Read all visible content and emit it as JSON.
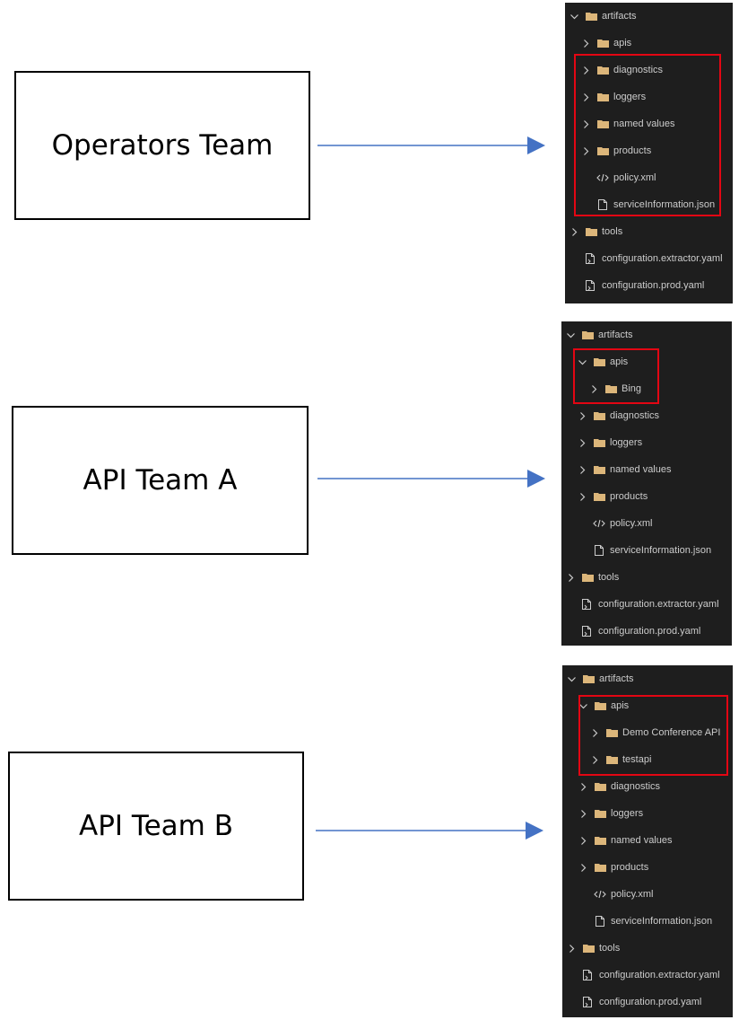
{
  "colors": {
    "panel_bg": "#1e1e1e",
    "folder": "#dcb67a",
    "highlight": "#e30613",
    "arrow": "#4472c4",
    "text": "#cccccc"
  },
  "teams": [
    {
      "label": "Operators Team",
      "tree": [
        {
          "label": "artifacts",
          "icon": "folder-icon",
          "depth": 0,
          "expanded": true
        },
        {
          "label": "apis",
          "icon": "folder-icon",
          "depth": 1,
          "expanded": false
        },
        {
          "label": "diagnostics",
          "icon": "folder-icon",
          "depth": 1,
          "expanded": false
        },
        {
          "label": "loggers",
          "icon": "folder-icon",
          "depth": 1,
          "expanded": false
        },
        {
          "label": "named values",
          "icon": "folder-icon",
          "depth": 1,
          "expanded": false
        },
        {
          "label": "products",
          "icon": "folder-icon",
          "depth": 1,
          "expanded": false
        },
        {
          "label": "policy.xml",
          "icon": "code-file-icon",
          "depth": 1
        },
        {
          "label": "serviceInformation.json",
          "icon": "file-icon",
          "depth": 1
        },
        {
          "label": "tools",
          "icon": "folder-icon",
          "depth": 0,
          "expanded": false
        },
        {
          "label": "configuration.extractor.yaml",
          "icon": "yaml-file-icon",
          "depth": 0
        },
        {
          "label": "configuration.prod.yaml",
          "icon": "yaml-file-icon",
          "depth": 0
        }
      ]
    },
    {
      "label": "API Team A",
      "tree": [
        {
          "label": "artifacts",
          "icon": "folder-icon",
          "depth": 0,
          "expanded": true
        },
        {
          "label": "apis",
          "icon": "folder-icon",
          "depth": 1,
          "expanded": true
        },
        {
          "label": "Bing",
          "icon": "folder-icon",
          "depth": 2,
          "expanded": false
        },
        {
          "label": "diagnostics",
          "icon": "folder-icon",
          "depth": 1,
          "expanded": false
        },
        {
          "label": "loggers",
          "icon": "folder-icon",
          "depth": 1,
          "expanded": false
        },
        {
          "label": "named values",
          "icon": "folder-icon",
          "depth": 1,
          "expanded": false
        },
        {
          "label": "products",
          "icon": "folder-icon",
          "depth": 1,
          "expanded": false
        },
        {
          "label": "policy.xml",
          "icon": "code-file-icon",
          "depth": 1
        },
        {
          "label": "serviceInformation.json",
          "icon": "file-icon",
          "depth": 1
        },
        {
          "label": "tools",
          "icon": "folder-icon",
          "depth": 0,
          "expanded": false
        },
        {
          "label": "configuration.extractor.yaml",
          "icon": "yaml-file-icon",
          "depth": 0
        },
        {
          "label": "configuration.prod.yaml",
          "icon": "yaml-file-icon",
          "depth": 0
        }
      ]
    },
    {
      "label": "API Team B",
      "tree": [
        {
          "label": "artifacts",
          "icon": "folder-icon",
          "depth": 0,
          "expanded": true
        },
        {
          "label": "apis",
          "icon": "folder-icon",
          "depth": 1,
          "expanded": true
        },
        {
          "label": "Demo Conference API",
          "icon": "folder-icon",
          "depth": 2,
          "expanded": false
        },
        {
          "label": "testapi",
          "icon": "folder-icon",
          "depth": 2,
          "expanded": false
        },
        {
          "label": "diagnostics",
          "icon": "folder-icon",
          "depth": 1,
          "expanded": false
        },
        {
          "label": "loggers",
          "icon": "folder-icon",
          "depth": 1,
          "expanded": false
        },
        {
          "label": "named values",
          "icon": "folder-icon",
          "depth": 1,
          "expanded": false
        },
        {
          "label": "products",
          "icon": "folder-icon",
          "depth": 1,
          "expanded": false
        },
        {
          "label": "policy.xml",
          "icon": "code-file-icon",
          "depth": 1
        },
        {
          "label": "serviceInformation.json",
          "icon": "file-icon",
          "depth": 1
        },
        {
          "label": "tools",
          "icon": "folder-icon",
          "depth": 0,
          "expanded": false
        },
        {
          "label": "configuration.extractor.yaml",
          "icon": "yaml-file-icon",
          "depth": 0
        },
        {
          "label": "configuration.prod.yaml",
          "icon": "yaml-file-icon",
          "depth": 0
        }
      ]
    }
  ]
}
